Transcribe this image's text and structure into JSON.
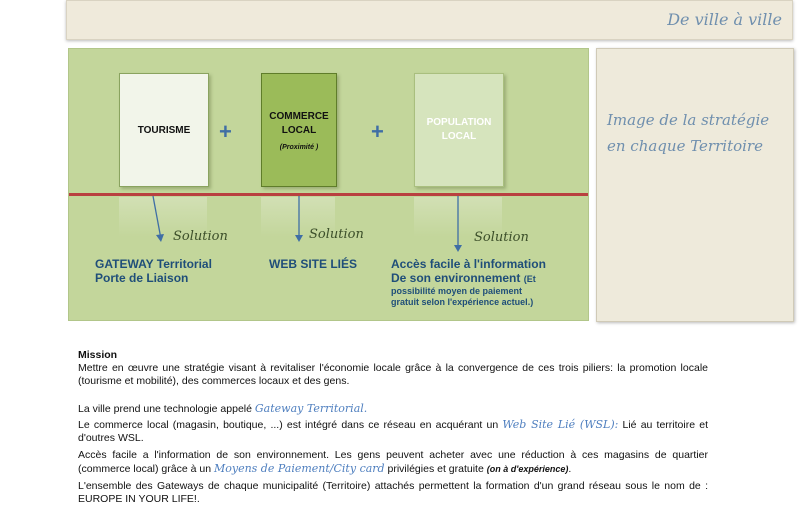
{
  "header": {
    "title": "De ville à ville"
  },
  "diagram": {
    "pillars": [
      {
        "label": "TOURISME",
        "sub": ""
      },
      {
        "label": "COMMERCE LOCAL",
        "sub": "(Proximité )"
      },
      {
        "label": "POPULATION LOCAL",
        "sub": ""
      }
    ],
    "plus": "+",
    "solution": "Solution",
    "results": [
      {
        "line1": "GATEWAY  Territorial",
        "line2": "Porte de Liaison"
      },
      {
        "line1": "WEB  SITE LIÉS",
        "line2": ""
      },
      {
        "line1": "Accès facile à l'information",
        "line2": "De son environnement",
        "note1": "(Et",
        "note2": "possibilité moyen de paiement",
        "note3": "gratuit selon l'expérience actuel.)"
      }
    ],
    "colors": {
      "panel": "#c3d69b",
      "accent": "#3f6ea5",
      "divider": "#b94040"
    }
  },
  "side": {
    "text": "Image de la stratégie en chaque Territoire"
  },
  "mission": {
    "heading": "Mission",
    "p1": "Mettre en œuvre une stratégie visant à revitaliser l'économie locale grâce à la convergence de ces trois piliers: la promotion locale (tourisme et mobilité), des commerces locaux et des gens.",
    "p2a": "La ville prend une technologie appelé ",
    "p2b": "Gateway Territorial.",
    "p3a": "Le commerce local (magasin, boutique, ...) est intégré dans ce réseau en acquérant un ",
    "p3b": "Web Site Lié (WSL):",
    "p3c": " Lié au territoire et d'outres WSL.",
    "p4a": "Accès facile a l'information de son environnement. Les gens peuvent acheter avec une réduction à ces magasins de quartier (commerce local) grâce à un ",
    "p4b": "Moyens de Paiement/City card",
    "p4c": " privilégies et gratuite ",
    "p4d": "(on à d'expérience)",
    "p4e": ".",
    "p5": "L'ensemble des Gateways de chaque municipalité (Territoire) attachés permettent la formation d'un grand réseau sous le nom de : EUROPE IN YOUR LIFE!."
  }
}
